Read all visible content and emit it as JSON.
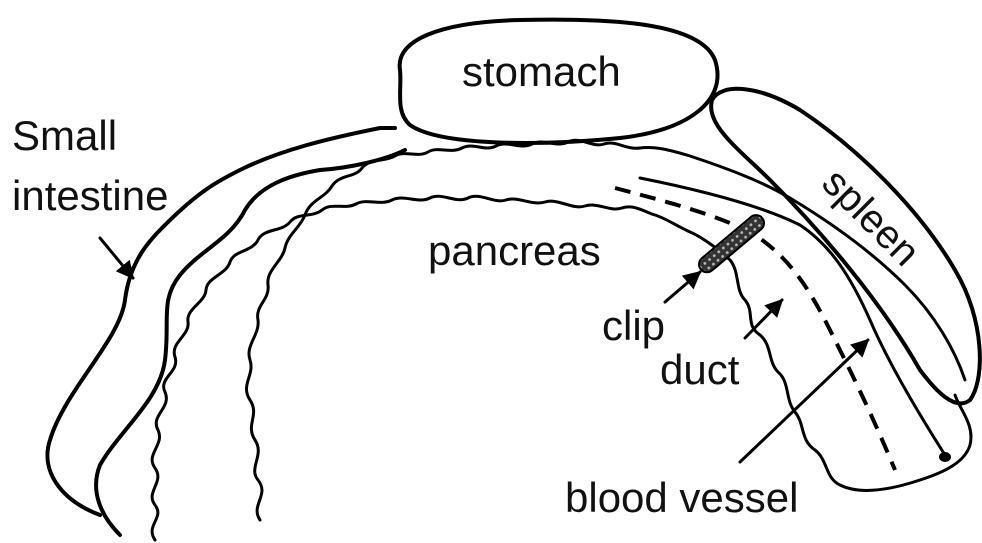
{
  "labels": {
    "stomach": "stomach",
    "small_intestine_line1": "Small",
    "small_intestine_line2": "intestine",
    "pancreas": "pancreas",
    "spleen": "spleen",
    "clip": "clip",
    "duct": "duct",
    "blood_vessel": "blood vessel"
  },
  "colors": {
    "ink": "#000000",
    "background": "#ffffff",
    "clip_fill": "#3a3a3a"
  }
}
